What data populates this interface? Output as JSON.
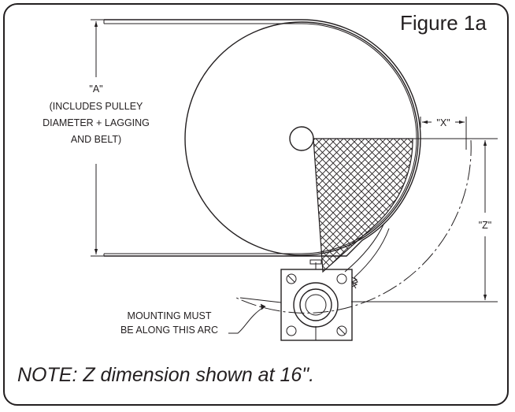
{
  "figure": {
    "title": "Figure 1a",
    "note": "NOTE: Z dimension shown at 16\"."
  },
  "labels": {
    "dim_a": "\"A\"",
    "dim_a_line1": "(INCLUDES PULLEY",
    "dim_a_line2": "DIAMETER + LAGGING",
    "dim_a_line3": "AND BELT)",
    "dim_x": "\"X\"",
    "dim_z": "\"Z\"",
    "arc_line1": "MOUNTING MUST",
    "arc_line2": "BE ALONG THIS ARC"
  },
  "colors": {
    "ink": "#231f20",
    "background": "#ffffff"
  }
}
